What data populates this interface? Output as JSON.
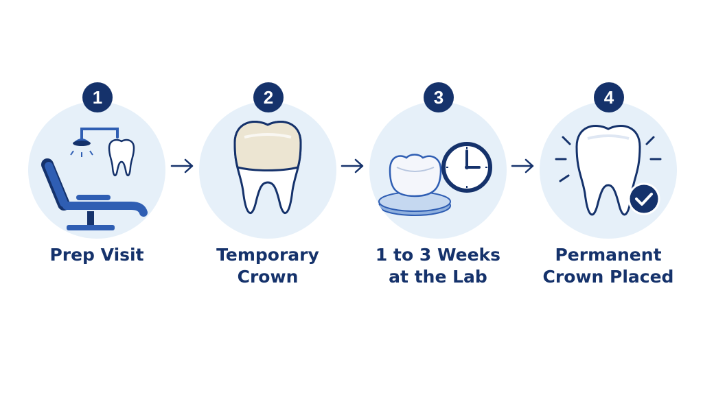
{
  "colors": {
    "navy": "#15326b",
    "circle_bg": "#e6f0f9",
    "blue": "#2f5eb3",
    "white": "#ffffff"
  },
  "steps": [
    {
      "number": "1",
      "label_line1": "Prep Visit",
      "label_line2": "",
      "icon": "dental-chair-icon"
    },
    {
      "number": "2",
      "label_line1": "Temporary",
      "label_line2": "Crown",
      "icon": "temporary-crown-tooth-icon"
    },
    {
      "number": "3",
      "label_line1": "1 to 3 Weeks",
      "label_line2": "at the Lab",
      "icon": "lab-crown-clock-icon"
    },
    {
      "number": "4",
      "label_line1": "Permanent",
      "label_line2": "Crown Placed",
      "icon": "finished-tooth-check-icon"
    }
  ],
  "arrow_icon": "arrow-right-icon"
}
